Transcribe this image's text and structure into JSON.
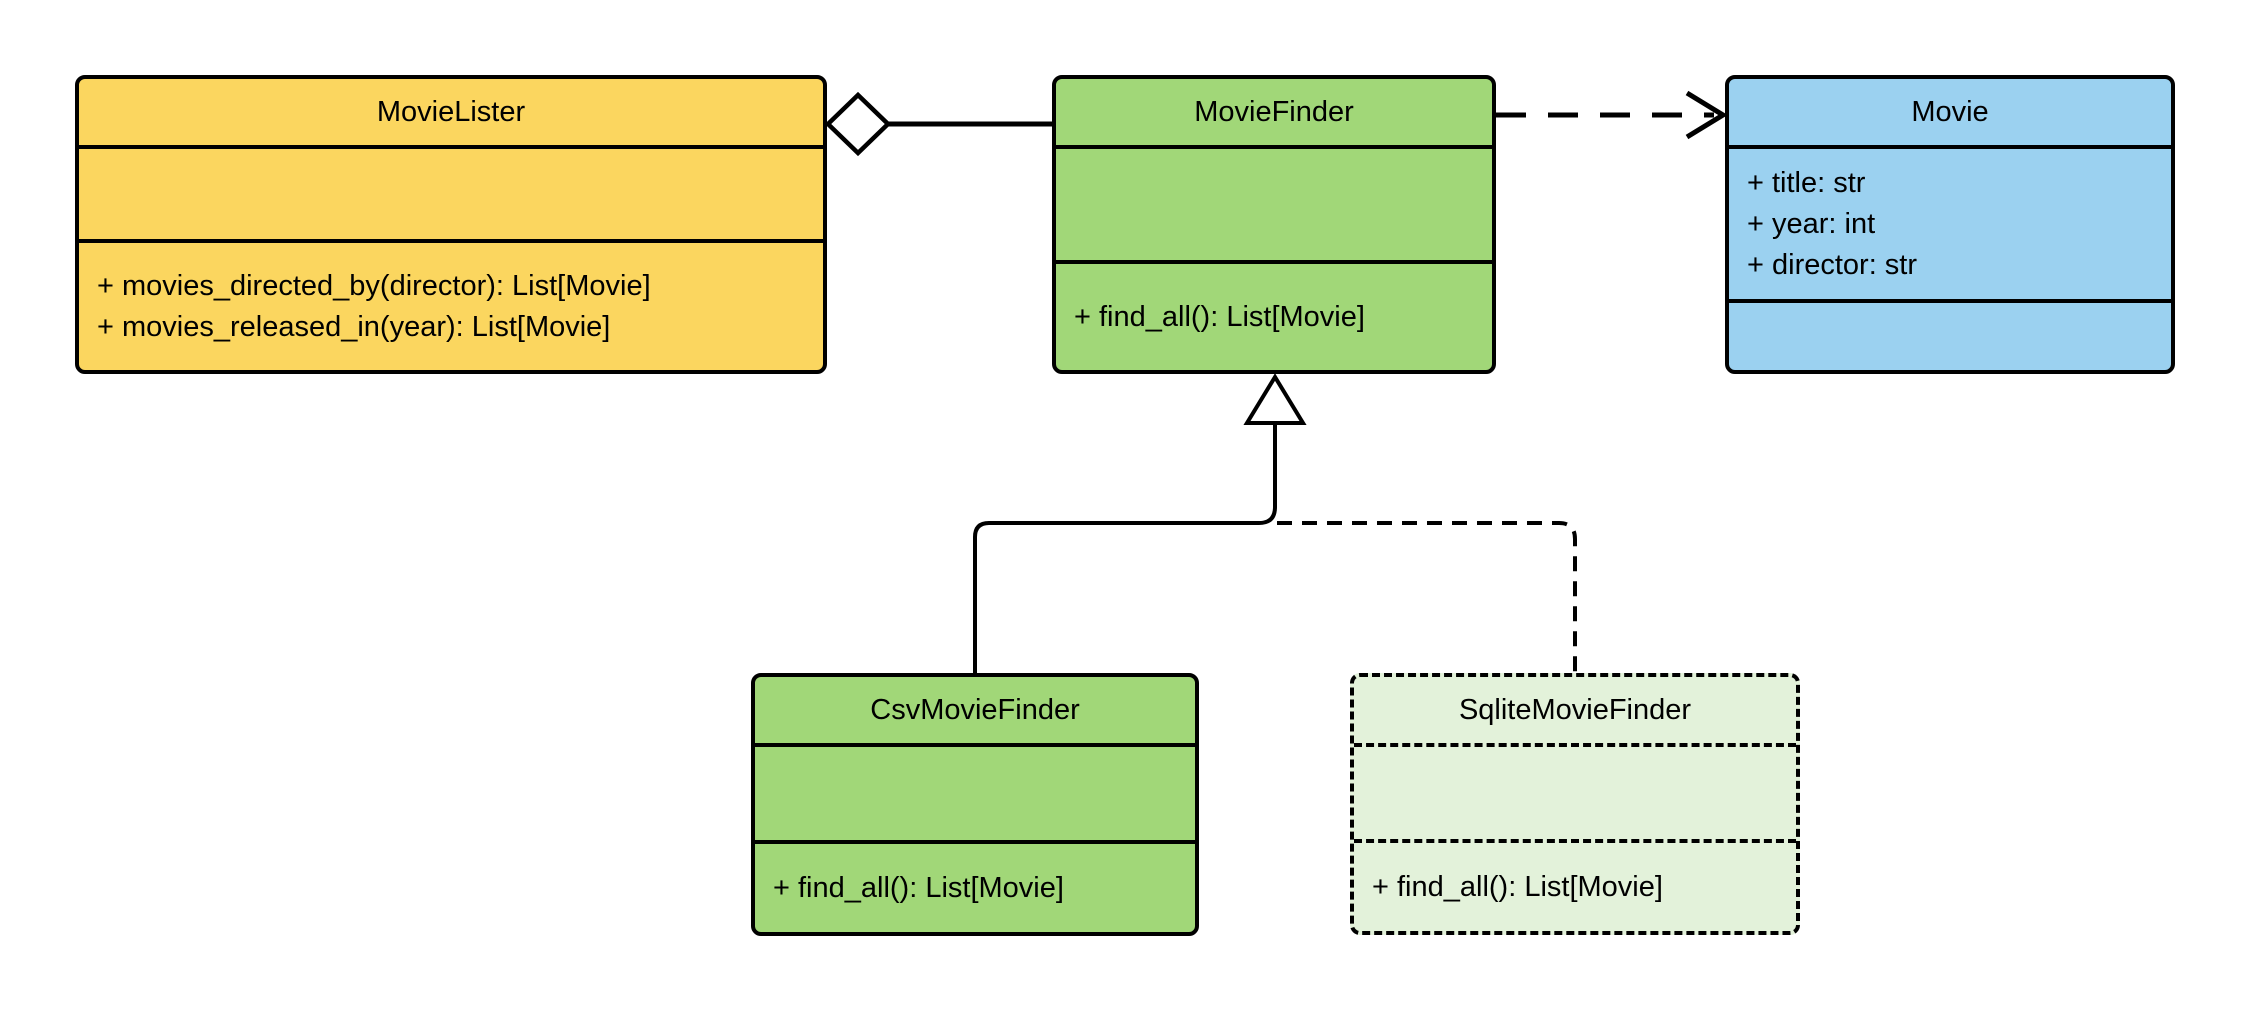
{
  "diagram": {
    "type": "uml_class_diagram",
    "colors": {
      "yellow": "#FBD65F",
      "green": "#A1D778",
      "blue": "#9BD1F0",
      "pale_green": "#E3F2DA",
      "line": "#000000",
      "background": "#FFFFFF"
    },
    "classes": {
      "movie_lister": {
        "name": "MovieLister",
        "attributes": [],
        "methods": [
          "+ movies_directed_by(director): List[Movie]",
          "+ movies_released_in(year): List[Movie]"
        ]
      },
      "movie_finder": {
        "name": "MovieFinder",
        "attributes": [],
        "methods": [
          "+ find_all(): List[Movie]"
        ]
      },
      "movie": {
        "name": "Movie",
        "attributes": [
          "+ title: str",
          "+ year: int",
          "+ director: str"
        ],
        "methods": []
      },
      "csv_movie_finder": {
        "name": "CsvMovieFinder",
        "attributes": [],
        "methods": [
          "+ find_all(): List[Movie]"
        ]
      },
      "sqlite_movie_finder": {
        "name": "SqliteMovieFinder",
        "attributes": [],
        "methods": [
          "+ find_all(): List[Movie]"
        ],
        "border_style": "dashed"
      }
    },
    "relationships": [
      {
        "type": "aggregation",
        "from": "MovieLister",
        "to": "MovieFinder",
        "line": "solid",
        "marker": "hollow-diamond-at-MovieLister"
      },
      {
        "type": "dependency",
        "from": "MovieFinder",
        "to": "Movie",
        "line": "dashed",
        "marker": "open-arrow-at-Movie"
      },
      {
        "type": "generalization",
        "from": "CsvMovieFinder",
        "to": "MovieFinder",
        "line": "solid",
        "marker": "hollow-triangle-at-MovieFinder"
      },
      {
        "type": "generalization",
        "from": "SqliteMovieFinder",
        "to": "MovieFinder",
        "line": "dashed",
        "marker": "hollow-triangle-at-MovieFinder"
      }
    ]
  }
}
